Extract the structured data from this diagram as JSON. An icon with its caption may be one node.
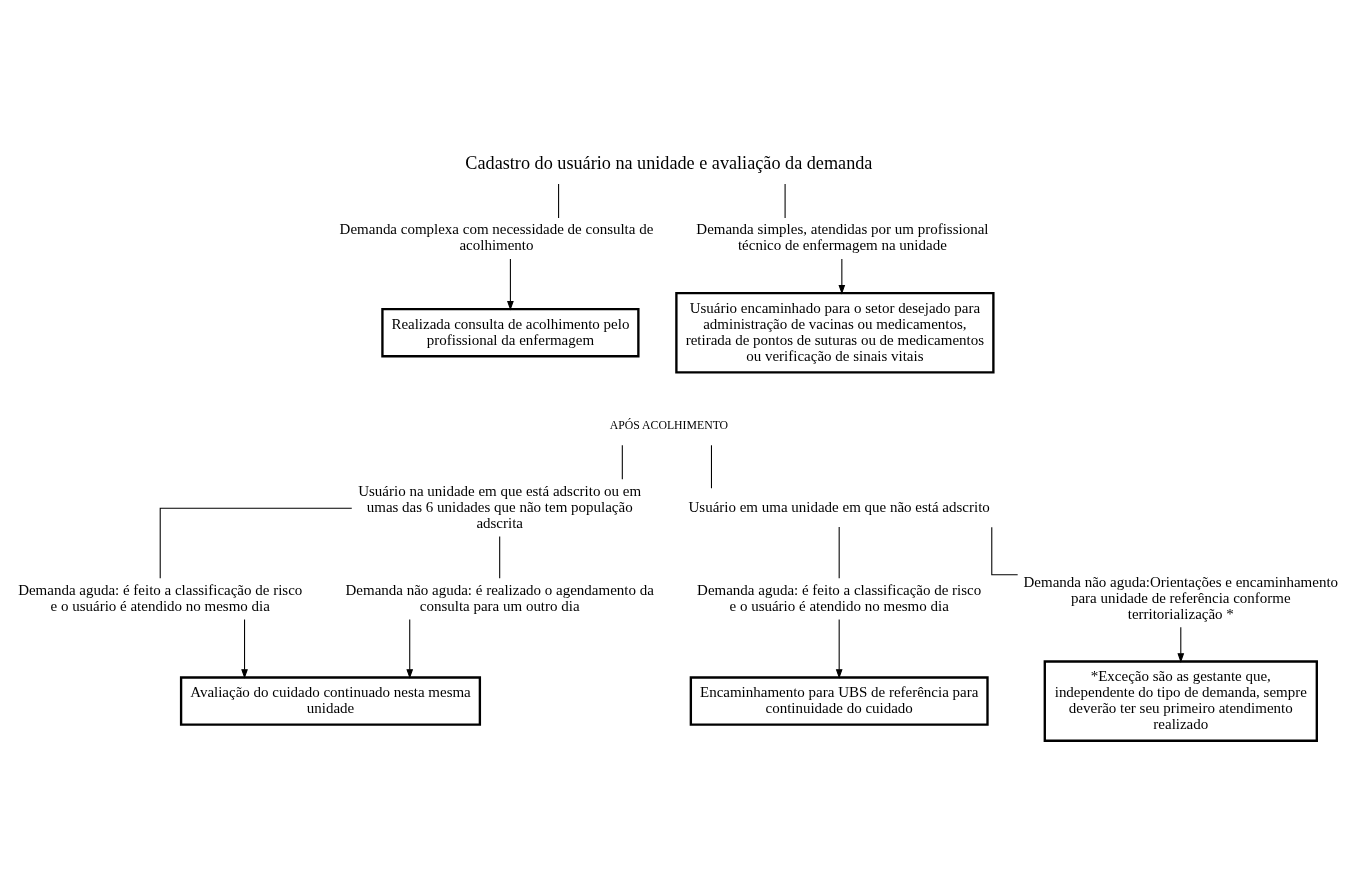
{
  "diagram": {
    "nodes": [
      {
        "text": [
          "Cadastro do usuário na unidade e avaliação da demanda"
        ]
      },
      {
        "text": [
          "Demanda complexa com necessidade de consulta de acolhimento"
        ]
      },
      {
        "text": [
          "Demanda simples, atendidas por um profissional técnico de enfermagem na unidade"
        ]
      },
      {
        "text": [
          "Realizada consulta de acolhimento pelo profissional da enfermagem"
        ]
      },
      {
        "text": [
          "Usuário encaminhado para o setor desejado para administração de vacinas ou medicamentos, retirada de pontos de suturas ou de medicamentos ou verificação de sinais vitais"
        ]
      },
      {
        "text": [
          "APÓS ACOLHIMENTO"
        ]
      },
      {
        "text": [
          "Usuário na unidade em que está adscrito ou em umas das 6 unidades que não tem população adscrita"
        ]
      },
      {
        "text": [
          "Usuário em uma unidade em que não está adscrito"
        ]
      },
      {
        "text": [
          "Demanda aguda: é feito a classificação de risco e o usuário é atendido no mesmo dia"
        ]
      },
      {
        "text": [
          "Demanda não aguda: é realizado o agendamento da consulta para um outro dia"
        ]
      },
      {
        "text": [
          "Demanda aguda: é feito a classificação de risco e o usuário é atendido no mesmo dia"
        ]
      },
      {
        "text": [
          "Demanda não aguda:Orientações e encaminhamento para unidade de referência conforme territorialização *"
        ]
      },
      {
        "text": [
          "Avaliação do cuidado continuado nesta mesma unidade"
        ]
      },
      {
        "text": [
          "Encaminhamento para UBS de referência para continuidade do cuidado"
        ]
      },
      {
        "text": [
          "*Exceção são as gestante que, independente do tipo de demanda, sempre deverão ter seu primeiro atendimento realizado"
        ]
      }
    ],
    "edges": [
      {
        "from": 0,
        "to": 1,
        "arrow": "none"
      },
      {
        "from": 0,
        "to": 2,
        "arrow": "none"
      },
      {
        "from": 1,
        "to": 3,
        "arrow": "to"
      },
      {
        "from": 2,
        "to": 4,
        "arrow": "to"
      },
      {
        "from": 5,
        "to": 6,
        "arrow": "none"
      },
      {
        "from": 5,
        "to": 7,
        "arrow": "none"
      },
      {
        "from": 6,
        "to": 8,
        "arrow": "none"
      },
      {
        "from": 6,
        "to": 9,
        "arrow": "none"
      },
      {
        "from": 7,
        "to": 10,
        "arrow": "none"
      },
      {
        "from": 7,
        "to": 11,
        "arrow": "none"
      },
      {
        "from": 8,
        "to": 12,
        "arrow": "to"
      },
      {
        "from": 9,
        "to": 12,
        "arrow": "to"
      },
      {
        "from": 10,
        "to": 13,
        "arrow": "to"
      },
      {
        "from": 11,
        "to": 14,
        "arrow": "to"
      }
    ]
  }
}
